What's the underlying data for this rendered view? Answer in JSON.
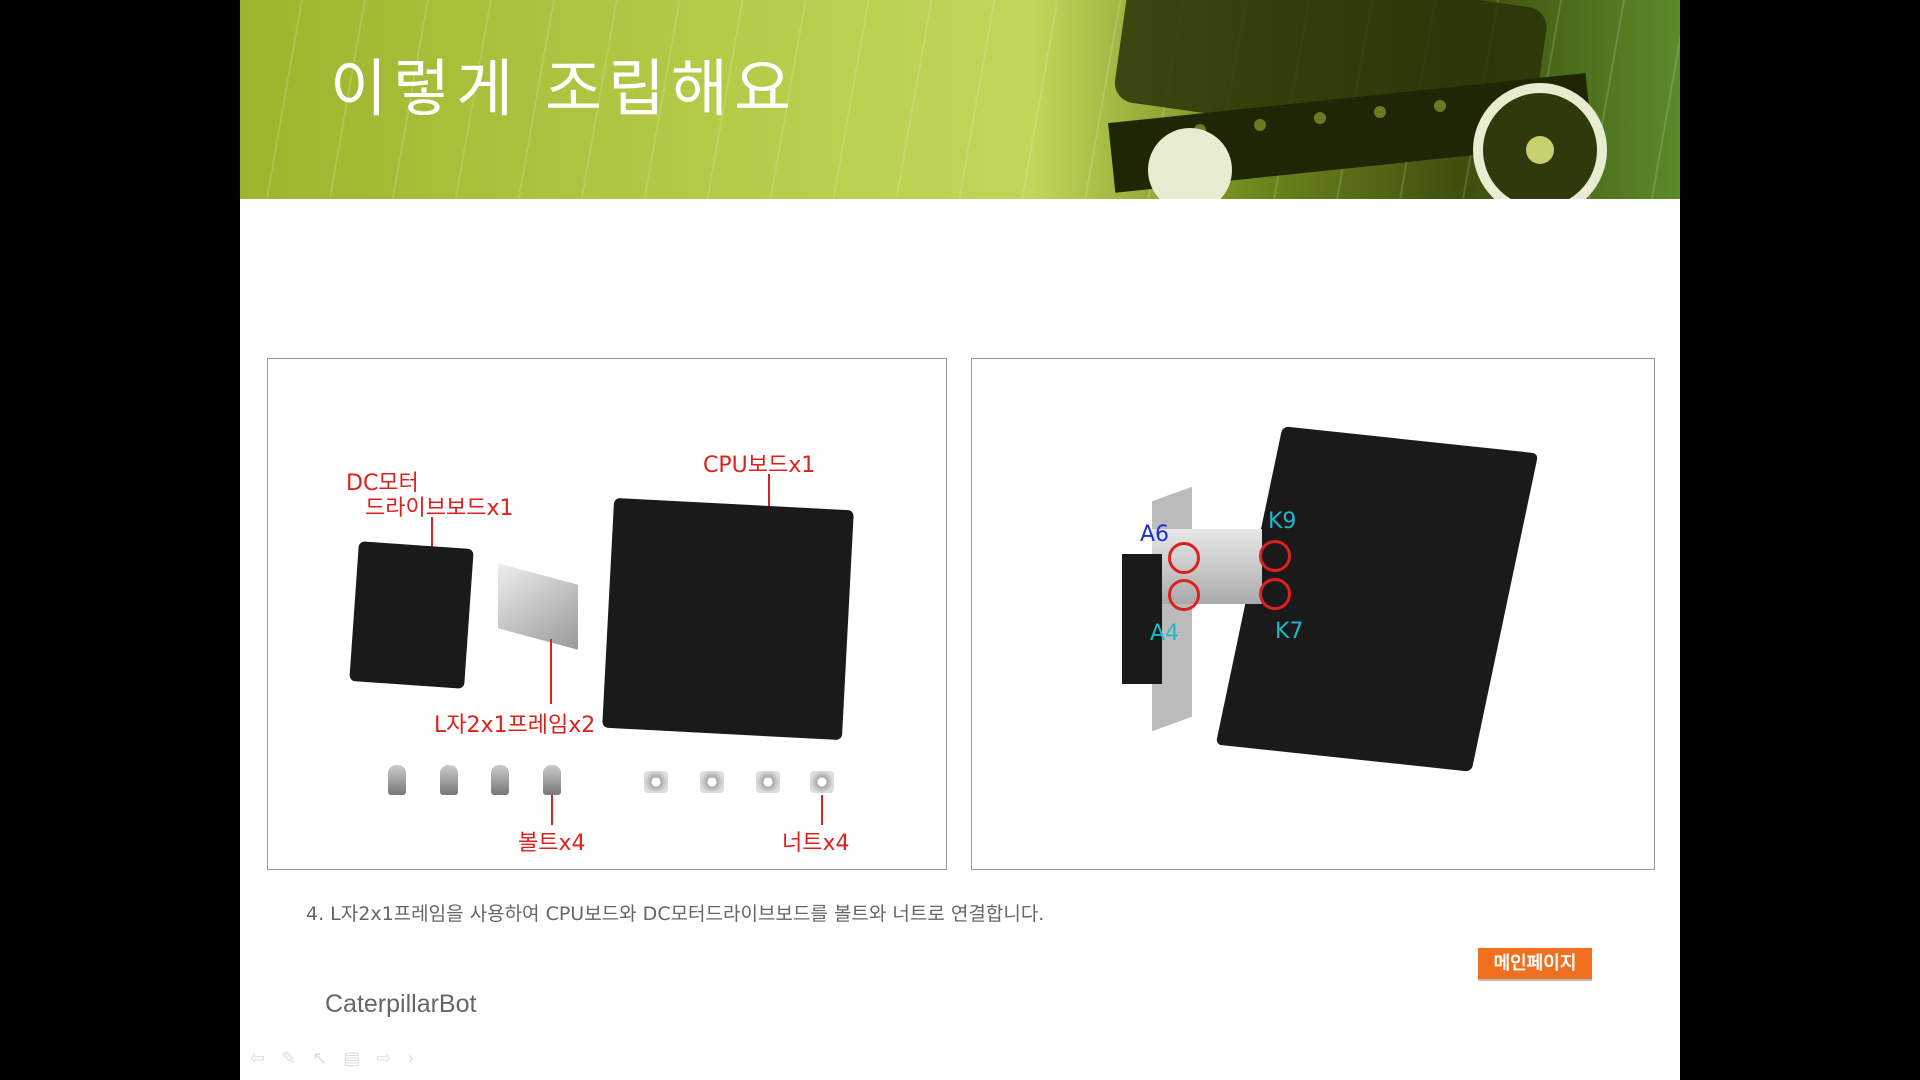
{
  "slide": {
    "title": "이렇게 조립해요"
  },
  "left_photo": {
    "labels": {
      "dc": "DC모터",
      "dc2": "드라이브보드x1",
      "cpu": "CPU보드x1",
      "frame": "L자2x1프레임x2",
      "bolt": "볼트x4",
      "nut": "너트x4"
    }
  },
  "right_photo": {
    "labels": {
      "a6": "A6",
      "a4": "A4",
      "k9": "K9",
      "k7": "K7"
    }
  },
  "caption": "4. L자2x1프레임을 사용하여 CPU보드와 DC모터드라이브보드를 볼트와 너트로 연결합니다.",
  "main_page_button": "메인페이지",
  "footer": "CaterpillarBot",
  "toolbar": {
    "icons": [
      "prev-arrow-icon",
      "pen-icon",
      "pointer-icon",
      "slides-icon",
      "next-arrow-icon",
      "chevron-right-icon"
    ],
    "glyphs": [
      "⇦",
      "✎",
      "↖",
      "▤",
      "⇨",
      "›"
    ]
  }
}
